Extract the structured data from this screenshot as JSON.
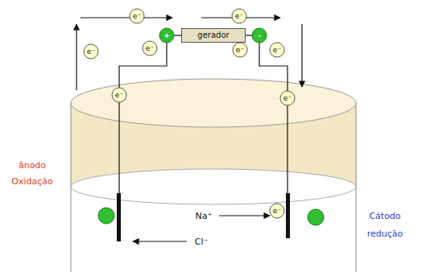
{
  "diagram": {
    "nodes": [
      {
        "text": [
          "e⁻"
        ]
      },
      {
        "text": [
          "e⁻"
        ]
      },
      {
        "text": [
          "+"
        ]
      },
      {
        "text": [
          "gerador"
        ]
      },
      {
        "text": [
          "-"
        ]
      },
      {
        "text": [
          "e⁻"
        ]
      },
      {
        "text": [
          "e⁻"
        ]
      },
      {
        "text": [
          "e⁻"
        ]
      },
      {
        "text": [
          "e⁻"
        ]
      },
      {
        "text": [
          "e⁻"
        ]
      },
      {
        "text": [
          "e⁻"
        ]
      },
      {
        "text": [
          "e⁻"
        ]
      }
    ],
    "labels": [
      "ânodo",
      "Oxidação",
      "Cátodo",
      "redução",
      "Na⁺",
      "Cl⁻"
    ]
  }
}
